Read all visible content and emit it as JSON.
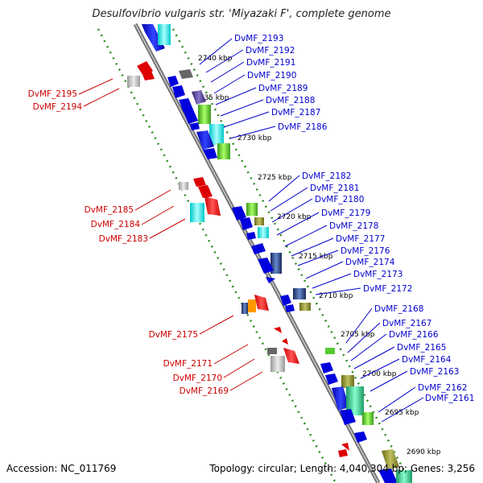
{
  "title": "Desulfovibrio vulgaris str. 'Miyazaki F', complete genome",
  "accession": "Accession: NC_011769",
  "summary": "Topology: circular; Length: 4,040,304 bp; Genes: 3,256",
  "colors": {
    "forward_label": "#0000cc",
    "reverse_label": "#cc0000",
    "backbone": "#888888",
    "dots": "#2e8b22"
  },
  "ticks": [
    "2740 kbp",
    "2735 kbp",
    "2730 kbp",
    "2725 kbp",
    "2720 kbp",
    "2715 kbp",
    "2710 kbp",
    "2705 kbp",
    "2700 kbp",
    "2695 kbp",
    "2690 kbp"
  ],
  "right_labels": [
    "DvMF_2193",
    "DvMF_2192",
    "DvMF_2191",
    "DvMF_2190",
    "DvMF_2189",
    "DvMF_2188",
    "DvMF_2187",
    "DvMF_2186",
    "DvMF_2182",
    "DvMF_2181",
    "DvMF_2180",
    "DvMF_2179",
    "DvMF_2178",
    "DvMF_2177",
    "DvMF_2176",
    "DvMF_2174",
    "DvMF_2173",
    "DvMF_2172",
    "DvMF_2168",
    "DvMF_2167",
    "DvMF_2166",
    "DvMF_2165",
    "DvMF_2164",
    "DvMF_2163",
    "DvMF_2162",
    "DvMF_2161"
  ],
  "left_labels": [
    "DvMF_2195",
    "DvMF_2194",
    "DvMF_2185",
    "DvMF_2184",
    "DvMF_2183",
    "DvMF_2175",
    "DvMF_2171",
    "DvMF_2170",
    "DvMF_2169"
  ]
}
